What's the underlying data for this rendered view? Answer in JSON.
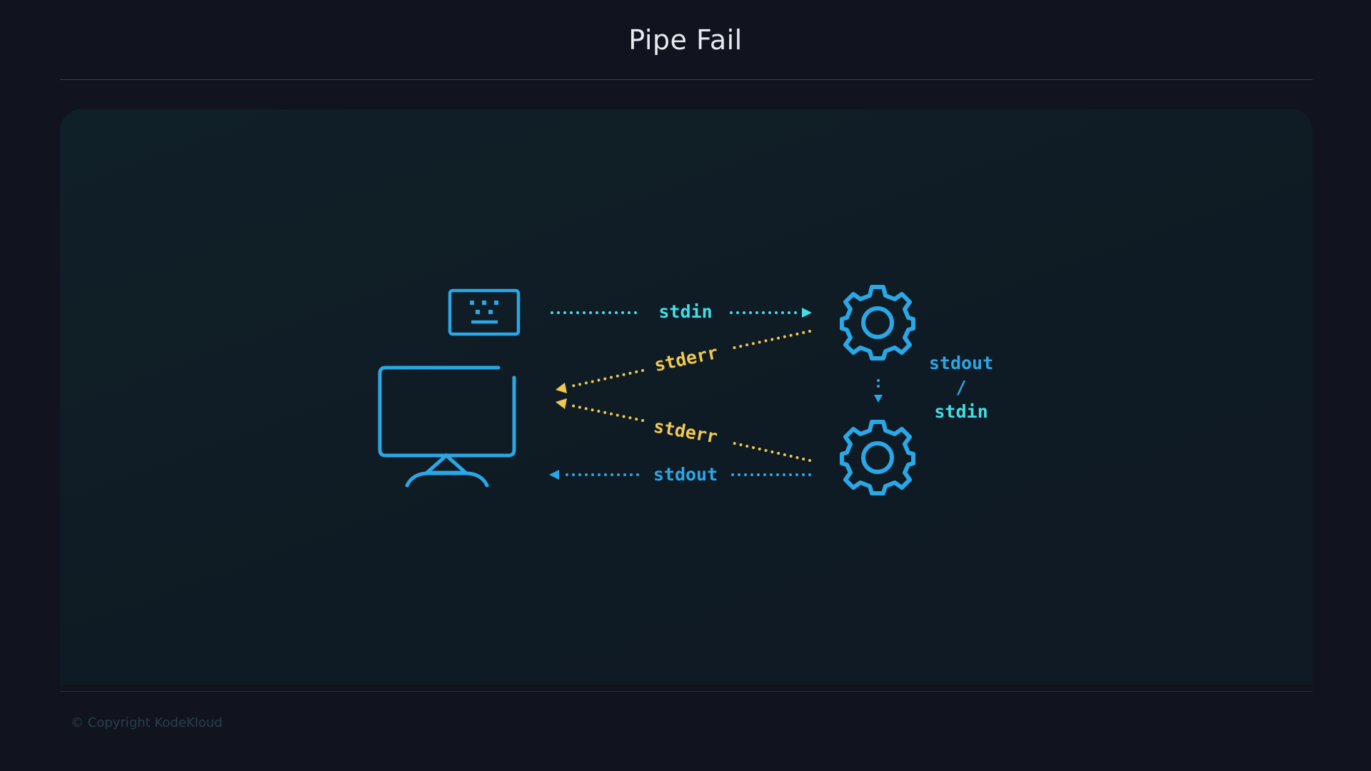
{
  "title": "Pipe Fail",
  "footer": "© Copyright KodeKloud",
  "colors": {
    "background": "#11141f",
    "icon_blue": "#2aa7e6",
    "stdin_cyan": "#3ee0e8",
    "stdout_blue": "#2aa7e6",
    "stderr_yellow": "#f0c850"
  },
  "icons": {
    "keyboard": "keyboard-icon",
    "monitor": "monitor-icon",
    "process_1": "gear-icon",
    "process_2": "gear-icon"
  },
  "labels": {
    "stdin": "stdin",
    "stderr_top": "stderr",
    "stderr_bottom": "stderr",
    "stdout": "stdout",
    "pipe_stdout": "stdout",
    "pipe_slash": "/",
    "pipe_stdin": "stdin"
  }
}
